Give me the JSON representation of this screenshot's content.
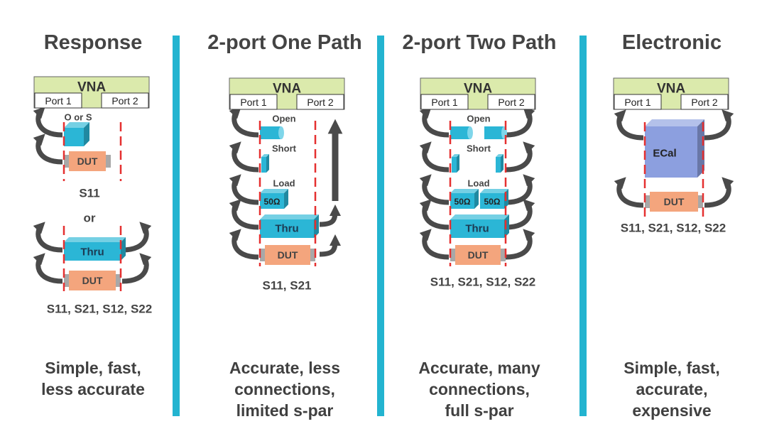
{
  "columns": [
    {
      "title": "Response",
      "summary": [
        "Simple, fast,",
        "less accurate"
      ]
    },
    {
      "title": "2-port One Path",
      "summary": [
        "Accurate, less",
        "connections,",
        "limited s-par"
      ]
    },
    {
      "title": "2-port Two Path",
      "summary": [
        "Accurate, many",
        "connections,",
        "full s-par"
      ]
    },
    {
      "title": "Electronic",
      "summary": [
        "Simple, fast,",
        "accurate,",
        "expensive"
      ]
    }
  ],
  "labels": {
    "vna": "VNA",
    "port1": "Port 1",
    "port2": "Port 2",
    "o_or_s": "O or S",
    "open": "Open",
    "short": "Short",
    "load": "Load",
    "load_value": "50Ω",
    "thru": "Thru",
    "dut": "DUT",
    "ecal": "ECal",
    "or": "or",
    "s11": "S11",
    "s11_s21": "S11, S21",
    "full_sparams": "S11, S21, S12, S22"
  },
  "colors": {
    "divider": "#23b4d0",
    "vna_fill": "#dbeaac",
    "standard_cyan": "#2bb6d6",
    "dut_fill": "#f4a57d",
    "ecal_fill": "#8c9fdf",
    "reference_plane": "#e53030",
    "arrow": "#4a4a4a",
    "text": "#444444"
  },
  "icons": [
    "curved-arrow-icon",
    "straight-arrow-icon"
  ]
}
